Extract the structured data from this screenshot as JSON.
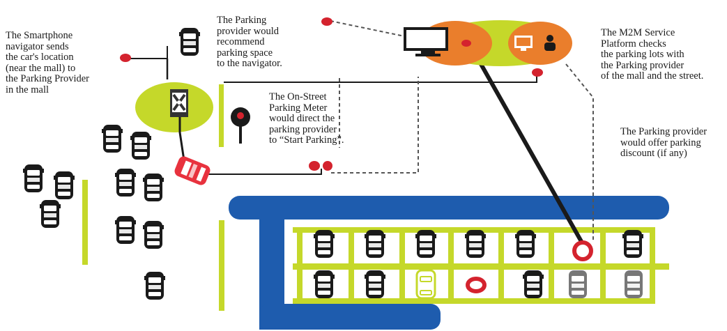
{
  "annotations": {
    "navigator_note": [
      "The Smartphone",
      "navigator sends",
      "the car's location",
      "(near the mall) to",
      "the Parking Provider",
      "in the mall"
    ],
    "provider_note": [
      "The Parking",
      "provider would",
      "recommend",
      "parking space",
      "to the navigator."
    ],
    "meter_note": [
      "The On-Street",
      "Parking Meter",
      "would direct the",
      "parking provider",
      "to “Start Parking”."
    ],
    "platform_note": [
      "The M2M Service",
      "Platform checks",
      "the parking lots with",
      "the Parking provider",
      "of the mall and the street."
    ],
    "discount_note": [
      "The Parking provider",
      "would offer parking",
      "discount (if any)"
    ]
  },
  "colors": {
    "lime": "#c5d82a",
    "lime_light": "#d3e24a",
    "orange": "#ea7e2c",
    "blue": "#1e5cae",
    "red": "#d4232e",
    "black": "#1a1a1a",
    "gray": "#666666"
  },
  "icons": {
    "smartphone": "smartphone-icon",
    "monitor": "monitor-icon",
    "service_platform": "computer-with-user-icon",
    "parking_meter": "parking-meter-icon",
    "car_topview": "car-topview-icon",
    "location_pin": "location-pin-icon",
    "parking_spot_target": "parking-spot-target-icon"
  }
}
